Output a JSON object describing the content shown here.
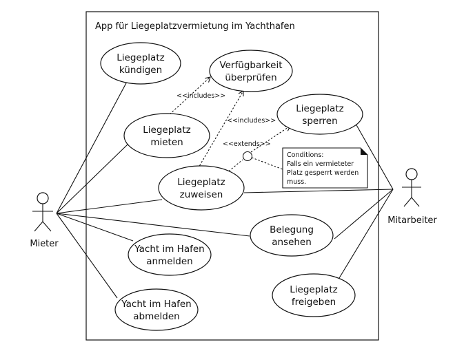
{
  "system": {
    "title": "App für Liegeplatzvermietung im Yachthafen"
  },
  "actors": {
    "mieter": "Mieter",
    "mitarbeiter": "Mitarbeiter"
  },
  "use_cases": {
    "kuendigen": [
      "Liegeplatz",
      "kündigen"
    ],
    "verfuegbarkeit": [
      "Verfügbarkeit",
      "überprüfen"
    ],
    "mieten": [
      "Liegeplatz",
      "mieten"
    ],
    "sperren": [
      "Liegeplatz",
      "sperren"
    ],
    "zuweisen": [
      "Liegeplatz",
      "zuweisen"
    ],
    "belegung": [
      "Belegung",
      "ansehen"
    ],
    "anmelden": [
      "Yacht im Hafen",
      "anmelden"
    ],
    "abmelden": [
      "Yacht im Hafen",
      "abmelden"
    ],
    "freigeben": [
      "Liegeplatz",
      "freigeben"
    ]
  },
  "relations": {
    "includes_1": "<<includes>>",
    "includes_2": "<<includes>>",
    "extends": "<<extends>>"
  },
  "note": {
    "lines": [
      "Conditions:",
      "Falls ein vermieteter",
      "Platz gesperrt werden",
      "muss."
    ]
  }
}
